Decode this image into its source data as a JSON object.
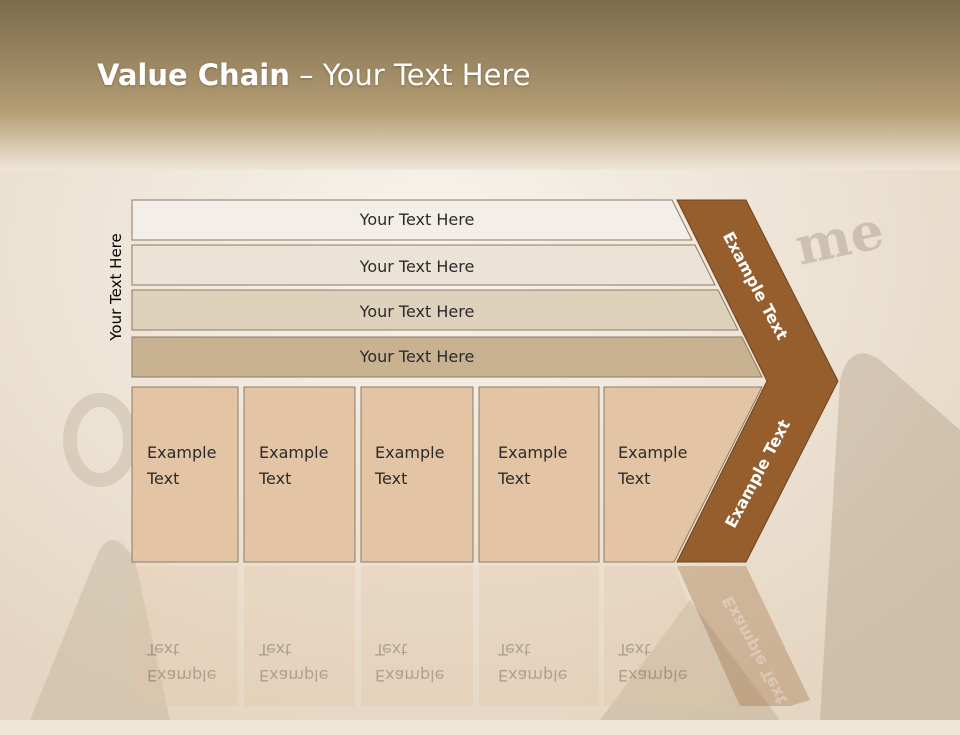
{
  "slide": {
    "title_bold": "Value Chain",
    "title_rest": " – Your Text Here",
    "vertical_label": "Your Text Here",
    "bands": [
      "Your Text Here",
      "Your Text Here",
      "Your Text Here",
      "Your Text Here"
    ],
    "boxes": [
      {
        "line1": "Example",
        "line2": "Text"
      },
      {
        "line1": "Example",
        "line2": "Text"
      },
      {
        "line1": "Example",
        "line2": "Text"
      },
      {
        "line1": "Example",
        "line2": "Text"
      },
      {
        "line1": "Example",
        "line2": "Text"
      }
    ],
    "arrow_upper": "Example Text",
    "arrow_lower": "Example Text"
  },
  "colors": {
    "header_top": "#7d6b4e",
    "header_bottom": "#b49d74",
    "band1": "#f3efe8",
    "band2": "#ebe3d5",
    "band3": "#dfd2bd",
    "band4": "#c8b291",
    "box": "#e3c4a4",
    "arrow": "#955e2c"
  }
}
